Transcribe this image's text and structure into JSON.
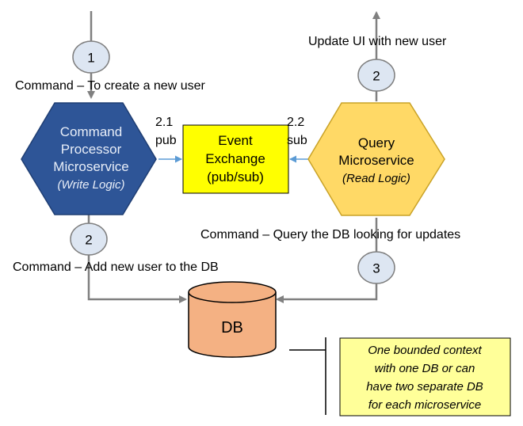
{
  "badges": {
    "step1": "1",
    "step2_left": "2",
    "step2_right": "2",
    "step3": "3"
  },
  "labels": {
    "create_user": "Command – To create a new user",
    "add_user_db": "Command – Add new user to the DB",
    "update_ui": "Update UI with new user",
    "query_db": "Command – Query the DB looking for updates",
    "pub_num": "2.1",
    "pub": "pub",
    "sub_num": "2.2",
    "sub": "sub"
  },
  "command_processor": {
    "line1": "Command",
    "line2": "Processor",
    "line3": "Microservice",
    "line4": "(Write Logic)"
  },
  "query_service": {
    "line1": "Query",
    "line2": "Microservice",
    "line3": "(Read Logic)"
  },
  "event_exchange": {
    "line1": "Event",
    "line2": "Exchange",
    "line3": "(pub/sub)"
  },
  "database": {
    "label": "DB"
  },
  "note": {
    "line1": "One bounded context",
    "line2": "with one DB or can",
    "line3": "have two separate DB",
    "line4": "for each microservice"
  },
  "colors": {
    "write_hex_fill": "#2e5597",
    "write_hex_stroke": "#1f3e73",
    "read_hex_fill": "#ffd966",
    "read_hex_stroke": "#c9a227",
    "exchange_fill": "#ffff00",
    "db_fill": "#f4b183",
    "note_fill": "#ffff99",
    "badge_fill": "#dde6f2",
    "connector": "#808080",
    "pubsub_arrow": "#5b9bd5"
  }
}
